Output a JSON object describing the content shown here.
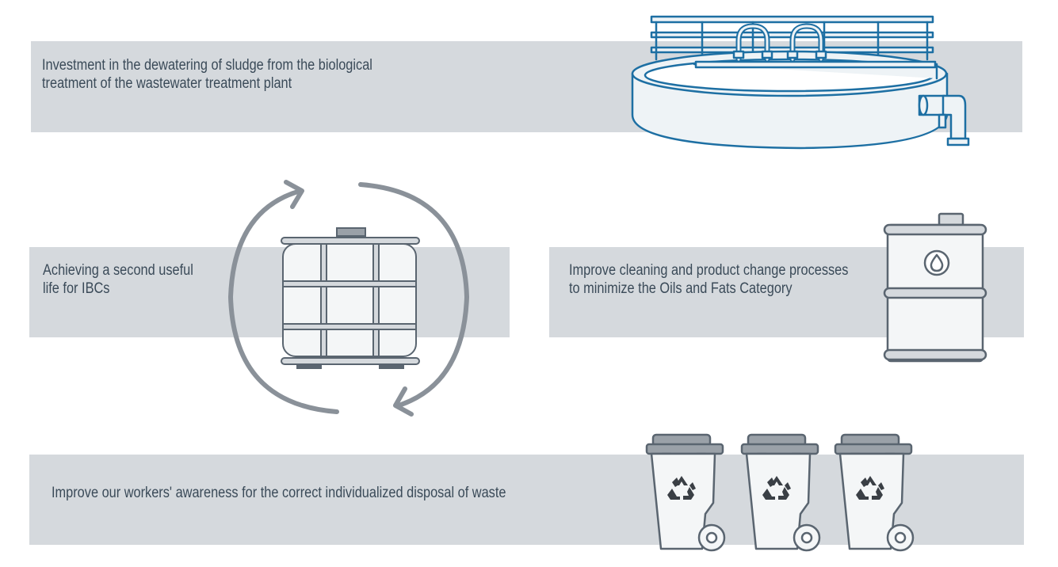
{
  "colors": {
    "band": "#d5d9dd",
    "text": "#3a4a58",
    "tank_blue": "#1d6fa3",
    "tank_fill": "#eef3f6",
    "icon_grey": "#8a9199",
    "icon_stroke": "#5a6570",
    "recycle_dark": "#3a3f45"
  },
  "items": [
    {
      "line1": "Investment in the dewatering of sludge from the biological",
      "line2": "treatment of the wastewater treatment plant",
      "icon": "wastewater-tank-icon"
    },
    {
      "line1": "Achieving a second useful",
      "line2": "life for IBCs",
      "icon": "ibc-container-recycle-icon"
    },
    {
      "line1": "Improve cleaning and product change processes",
      "line2": "to minimize the Oils and Fats Category",
      "icon": "oil-barrel-icon"
    },
    {
      "line1": "Improve our workers' awareness for the correct individualized disposal of waste",
      "icon": "recycling-bins-icon"
    }
  ]
}
